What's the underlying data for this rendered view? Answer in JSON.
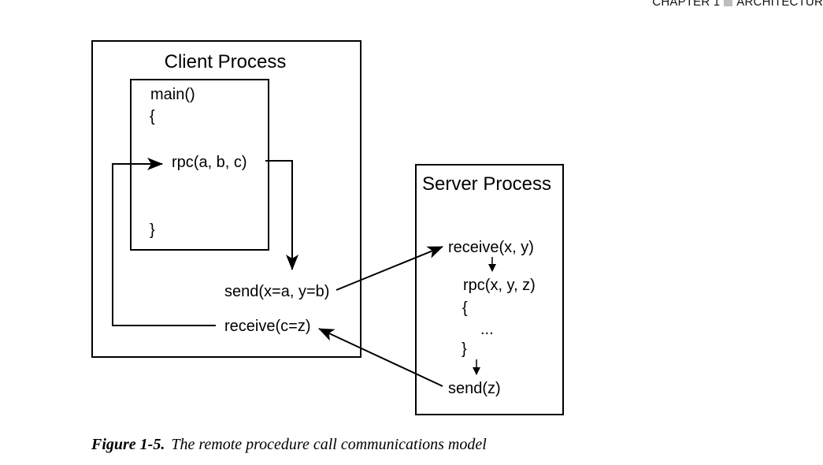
{
  "running_head": {
    "chapter": "CHAPTER 1",
    "section": "ARCHITECTUR"
  },
  "client": {
    "title": "Client Process",
    "main_fn": "main()",
    "open_brace": "{",
    "rpc_call": "rpc(a, b, c)",
    "close_brace": "}",
    "send": "send(x=a, y=b)",
    "receive": "receive(c=z)"
  },
  "server": {
    "title": "Server Process",
    "receive": "receive(x, y)",
    "rpc_fn": "rpc(x, y, z)",
    "open_brace": "{",
    "ellipsis": "...",
    "close_brace": "}",
    "send": "send(z)"
  },
  "caption": {
    "label": "Figure 1-5.",
    "text": "The remote procedure call communications model"
  }
}
